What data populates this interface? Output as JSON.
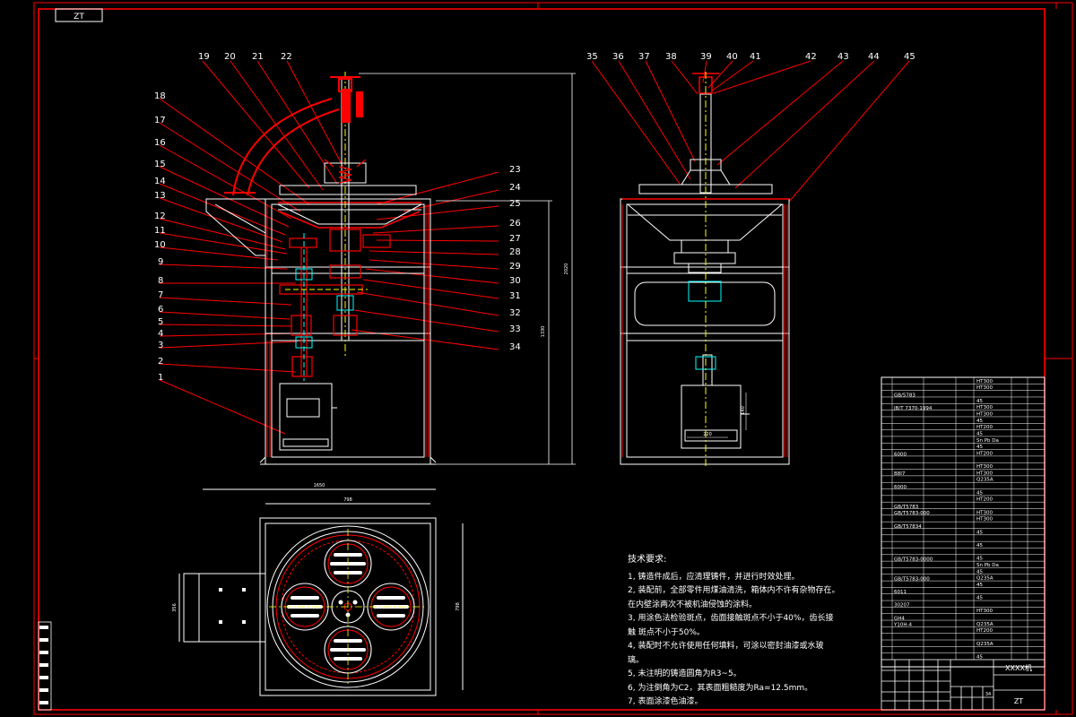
{
  "drawing": {
    "code_box": "ZT",
    "title_block_code": "ZT",
    "title_block_name": "XXXX机",
    "title_block_sheet": "34"
  },
  "callouts_left": [
    "19",
    "20",
    "21",
    "22",
    "18",
    "17",
    "16",
    "15",
    "14",
    "13",
    "12",
    "11",
    "10",
    "9",
    "8",
    "7",
    "6",
    "5",
    "4",
    "3",
    "2",
    "1"
  ],
  "callouts_right": [
    "23",
    "24",
    "25",
    "26",
    "27",
    "28",
    "29",
    "30",
    "31",
    "32",
    "33",
    "34"
  ],
  "callouts_side": [
    "35",
    "36",
    "37",
    "38",
    "39",
    "40",
    "41",
    "42",
    "43",
    "44",
    "45"
  ],
  "dimensions": {
    "overall_height": "2020",
    "lower_height": "1330",
    "plan_width": "1650",
    "plan_inner": "798",
    "plan_right": "798",
    "plan_left": "356",
    "motor_h": "140",
    "motor_w": "220"
  },
  "tech_requirements": {
    "heading": "技术要求:",
    "items": [
      "1, 铸造件成后，应清理铸件，并进行时效处理。",
      "2, 装配前，全部零件用煤油清洗，箱体内不许有杂物存在。",
      "在内壁涂两次不被机油侵蚀的涂料。",
      "3, 用涂色法检验斑点，齿面接触斑点不小于40%，齿长接",
      "触  斑点不小于50%。",
      "4, 装配时不允许使用任何填料，可涂以密封油漆或水玻",
      "璃。",
      "5, 未注明的铸造圆角为R3~5。",
      "6, 为注倒角为C2，其表面粗糙度为Ra=12.5mm。",
      "7, 表面涂漆色油漆。"
    ]
  },
  "bom_left_codes": [
    "GB/5783",
    "",
    "JB/T 7370-1994",
    "",
    "",
    "",
    "",
    "",
    "",
    "6000",
    "",
    "",
    "B8I7",
    "",
    "6000",
    "",
    "",
    "GB/T5783",
    "GB/T5783-000",
    "",
    "GB/T57834",
    "",
    "",
    "",
    "",
    "GB/T5783-0000",
    "",
    "",
    "GB/T5783-000",
    "",
    "6011",
    "",
    "30207",
    "",
    "GH4",
    "Y10H-4"
  ],
  "bom_right_materials": [
    "HT300",
    "HT300",
    "",
    "45",
    "HT300",
    "HT300",
    "45",
    "HT200",
    "45",
    "Sn Pb Da",
    "45",
    "HT200",
    "",
    "HT300",
    "HT300",
    "Q235A",
    "",
    "45",
    "HT200",
    "",
    "HT300",
    "HT300",
    "",
    "45",
    "",
    "45",
    "",
    "45",
    "Sn Pb Da",
    "45",
    "Q235A",
    "45",
    "",
    "45",
    "",
    "HT300",
    "",
    "Q235A",
    "HT200",
    "",
    "Q235A",
    "",
    "45"
  ]
}
